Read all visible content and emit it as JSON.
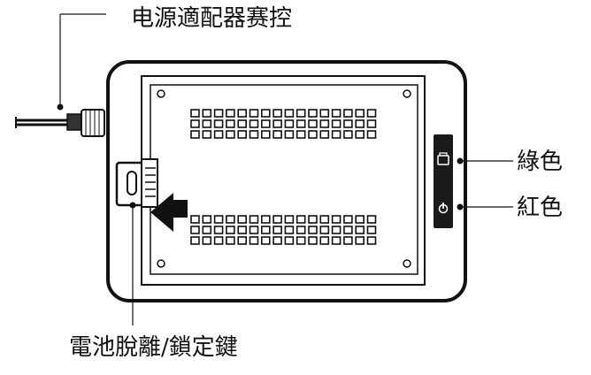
{
  "callouts": {
    "power_adapter_socket": "电源適配器赛控",
    "green_led": "綠色",
    "red_led": "紅色",
    "battery_release_lock_key": "電池脫離/鎖定鍵"
  },
  "colors": {
    "outline": "#111111",
    "led_panel": "#1a1a1a",
    "dot_fill": "#ffffff"
  },
  "braille_display": {
    "top_cell_rows": 3,
    "bottom_cell_rows": 3,
    "cells_per_row": 16
  }
}
